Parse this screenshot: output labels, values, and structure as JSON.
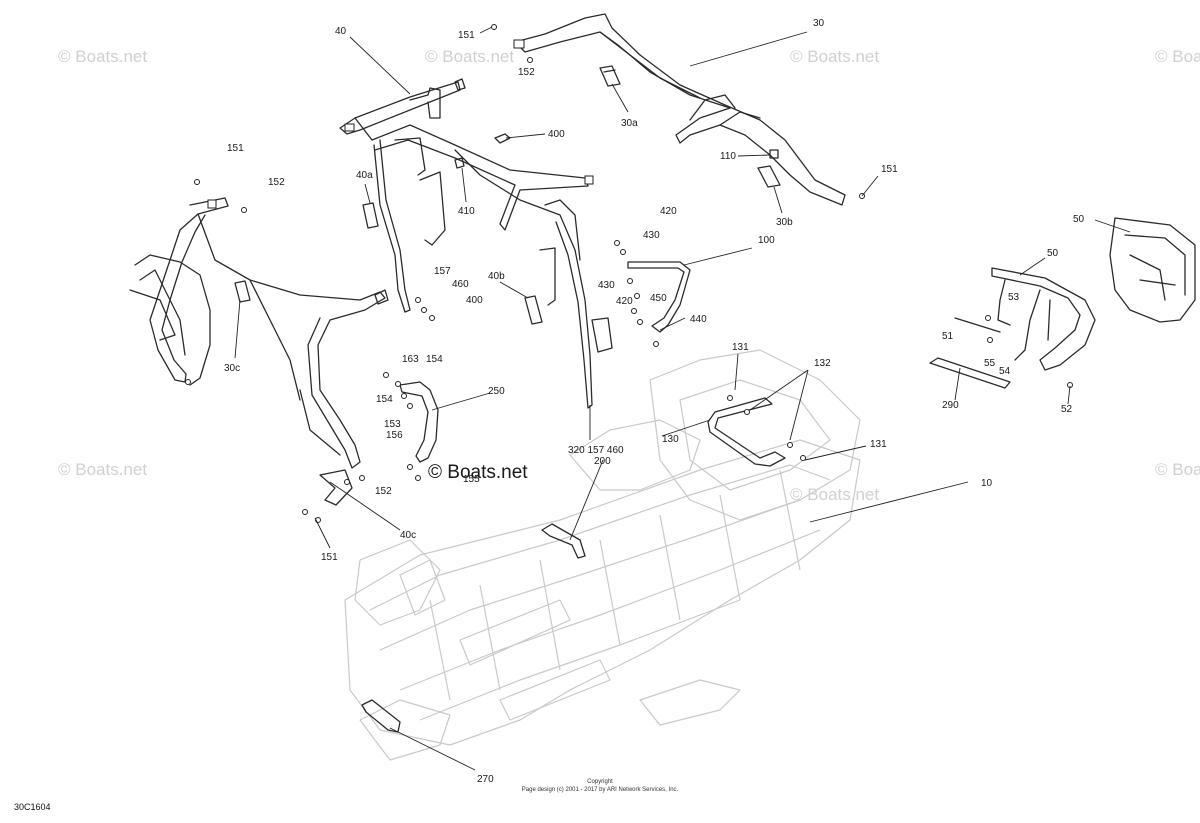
{
  "watermarks": [
    {
      "text": "© Boats.net",
      "style": "faint"
    },
    {
      "text": "© Boats.net",
      "style": "faint"
    },
    {
      "text": "© Boats.net",
      "style": "faint"
    },
    {
      "text": "© Boats.net",
      "style": "faint"
    },
    {
      "text": "© Boats.net",
      "style": "faint"
    },
    {
      "text": "© Boats.net",
      "style": "faint"
    },
    {
      "text": "© Boats.net",
      "style": "faint"
    },
    {
      "text": "© Boats.net",
      "style": "bold"
    }
  ],
  "callouts": [
    "30",
    "40",
    "151",
    "152",
    "30a",
    "400",
    "410",
    "40a",
    "151",
    "152",
    "110",
    "30b",
    "151",
    "420",
    "430",
    "100",
    "430",
    "420",
    "450",
    "440",
    "40b",
    "157",
    "460",
    "400",
    "50",
    "50",
    "53",
    "51",
    "55",
    "54",
    "52",
    "290",
    "30c",
    "131",
    "132",
    "130",
    "131",
    "10",
    "163",
    "154",
    "154",
    "153",
    "156",
    "250",
    "155",
    "152",
    "40c",
    "151",
    "320 157 460",
    "200",
    "270"
  ],
  "copyright": {
    "line1": "Copyright",
    "line2": "Page design (c) 2001 - 2017 by ARI Network Services, Inc."
  },
  "diagram_code": "30C1604"
}
